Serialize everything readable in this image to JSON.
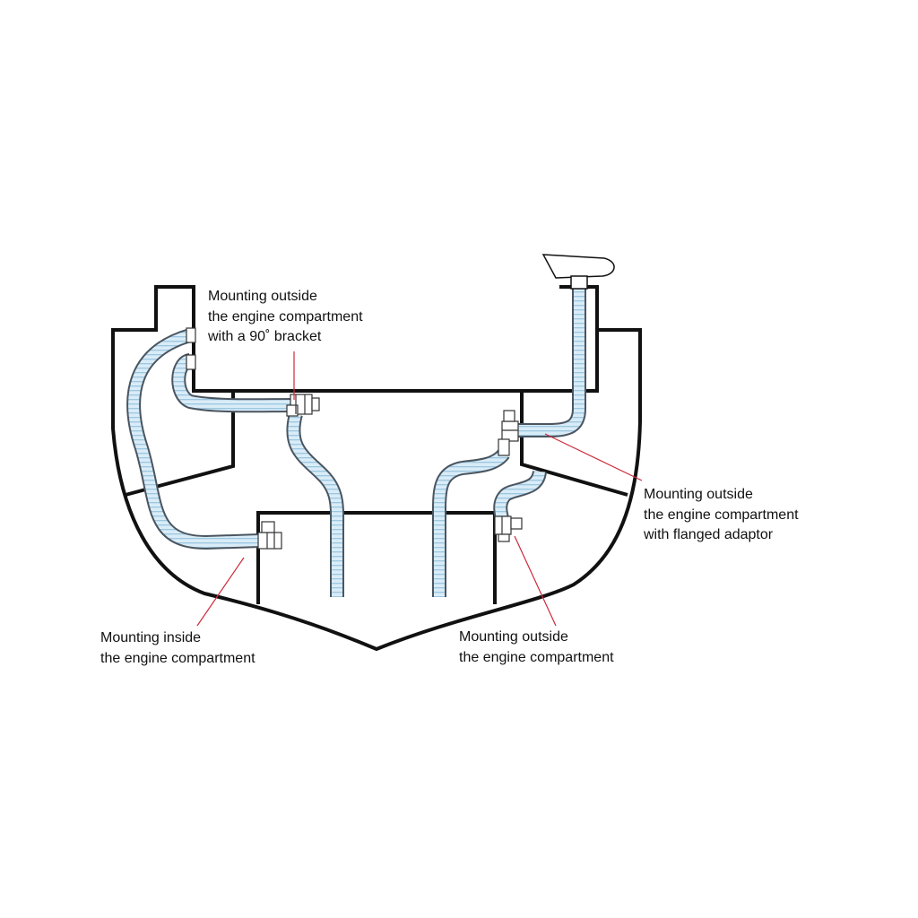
{
  "labels": {
    "bracket_90": {
      "line1": "Mounting outside",
      "line2": "the engine compartment",
      "line3": "with a 90˚ bracket"
    },
    "flanged_adaptor": {
      "line1": "Mounting outside",
      "line2": "the engine compartment",
      "line3": "with flanged adaptor"
    },
    "inside": {
      "line1": "Mounting inside",
      "line2": "the engine compartment"
    },
    "outside": {
      "line1": "Mounting outside",
      "line2": "the engine compartment"
    }
  },
  "colors": {
    "hull_outline": "#111111",
    "hose_outline": "#4a5560",
    "hose_fill": "#d9ecf7",
    "hose_rib": "#9cc7e0",
    "leader_line": "#cc2a3a",
    "background": "#ffffff"
  }
}
